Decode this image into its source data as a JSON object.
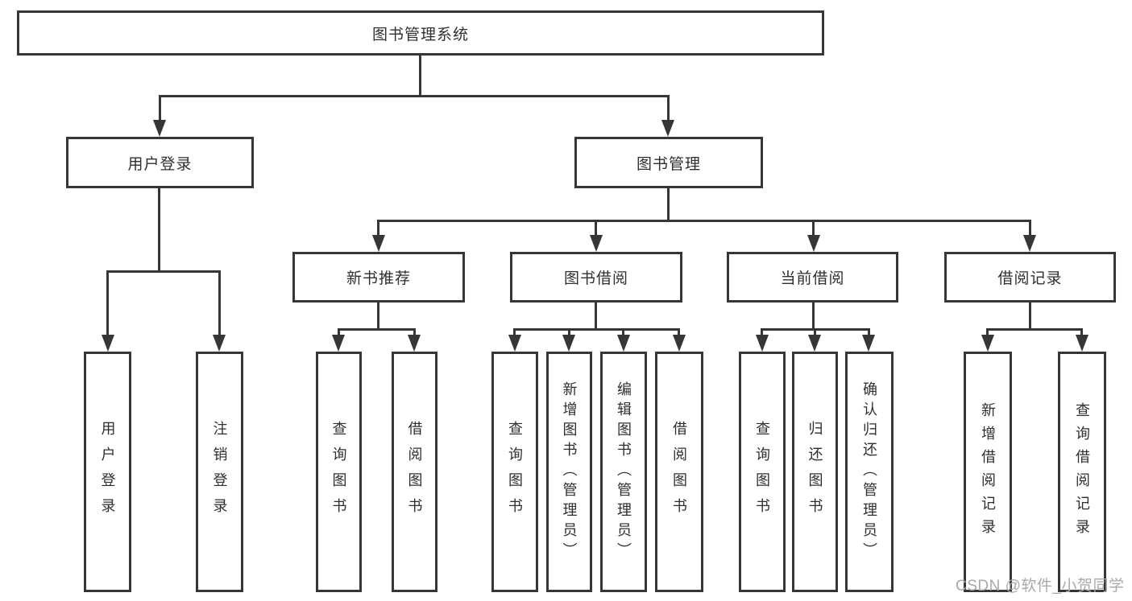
{
  "diagram_title": "图书管理系统",
  "watermark": "CSDN @软件_小贺同学",
  "colors": {
    "line": "#363636",
    "text": "#2f2f2f",
    "box_background": "#ffffff",
    "watermark": "#a9a9a9"
  },
  "nodes": {
    "root": "图书管理系统",
    "user_login": {
      "label": "用户登录",
      "children": {
        "login": "用户登录",
        "logout": "注销登录"
      }
    },
    "book_mgmt": {
      "label": "图书管理"
    },
    "new_book_rec": {
      "label": "新书推荐",
      "children": {
        "query": "查询图书",
        "borrow": "借阅图书"
      }
    },
    "book_borrow": {
      "label": "图书借阅",
      "children": {
        "query": "查询图书",
        "add": "新增图书（管理员）",
        "edit": "编辑图书（管理员）",
        "borrow": "借阅图书"
      }
    },
    "current_borrow": {
      "label": "当前借阅",
      "children": {
        "query": "查询图书",
        "giveback": "归还图书",
        "confirm": "确认归还（管理员）"
      }
    },
    "borrow_record": {
      "label": "借阅记录",
      "children": {
        "add": "新增借阅记录",
        "query": "查询借阅记录"
      }
    }
  }
}
